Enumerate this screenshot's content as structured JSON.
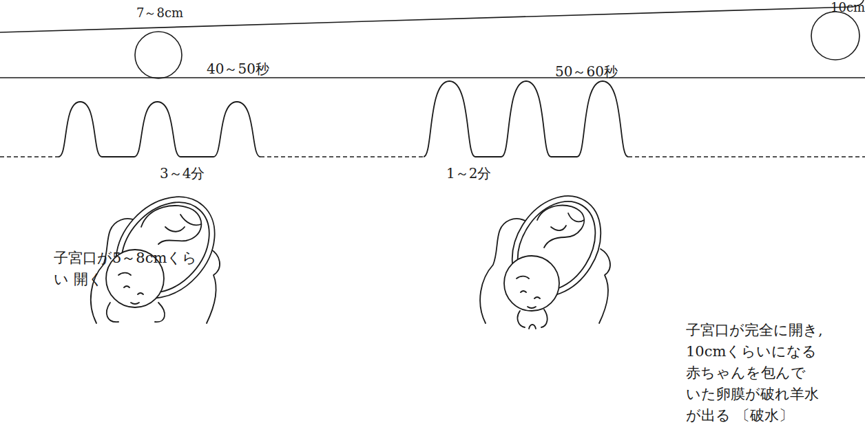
{
  "diagram": {
    "nodes": [
      {
        "text": [
          "7～8cm"
        ]
      },
      {
        "text": [
          "10cm"
        ]
      }
    ],
    "labels": [
      "40～50秒",
      "3～4分",
      "50～60秒",
      "1～2分",
      "子宮口が5～8cmくらい 開く",
      "子宮口が完全に開き, 10cmくらいになる",
      "赤ちゃんを包んでいた卵膜が破れ羊水が出る 〔破水〕"
    ]
  }
}
